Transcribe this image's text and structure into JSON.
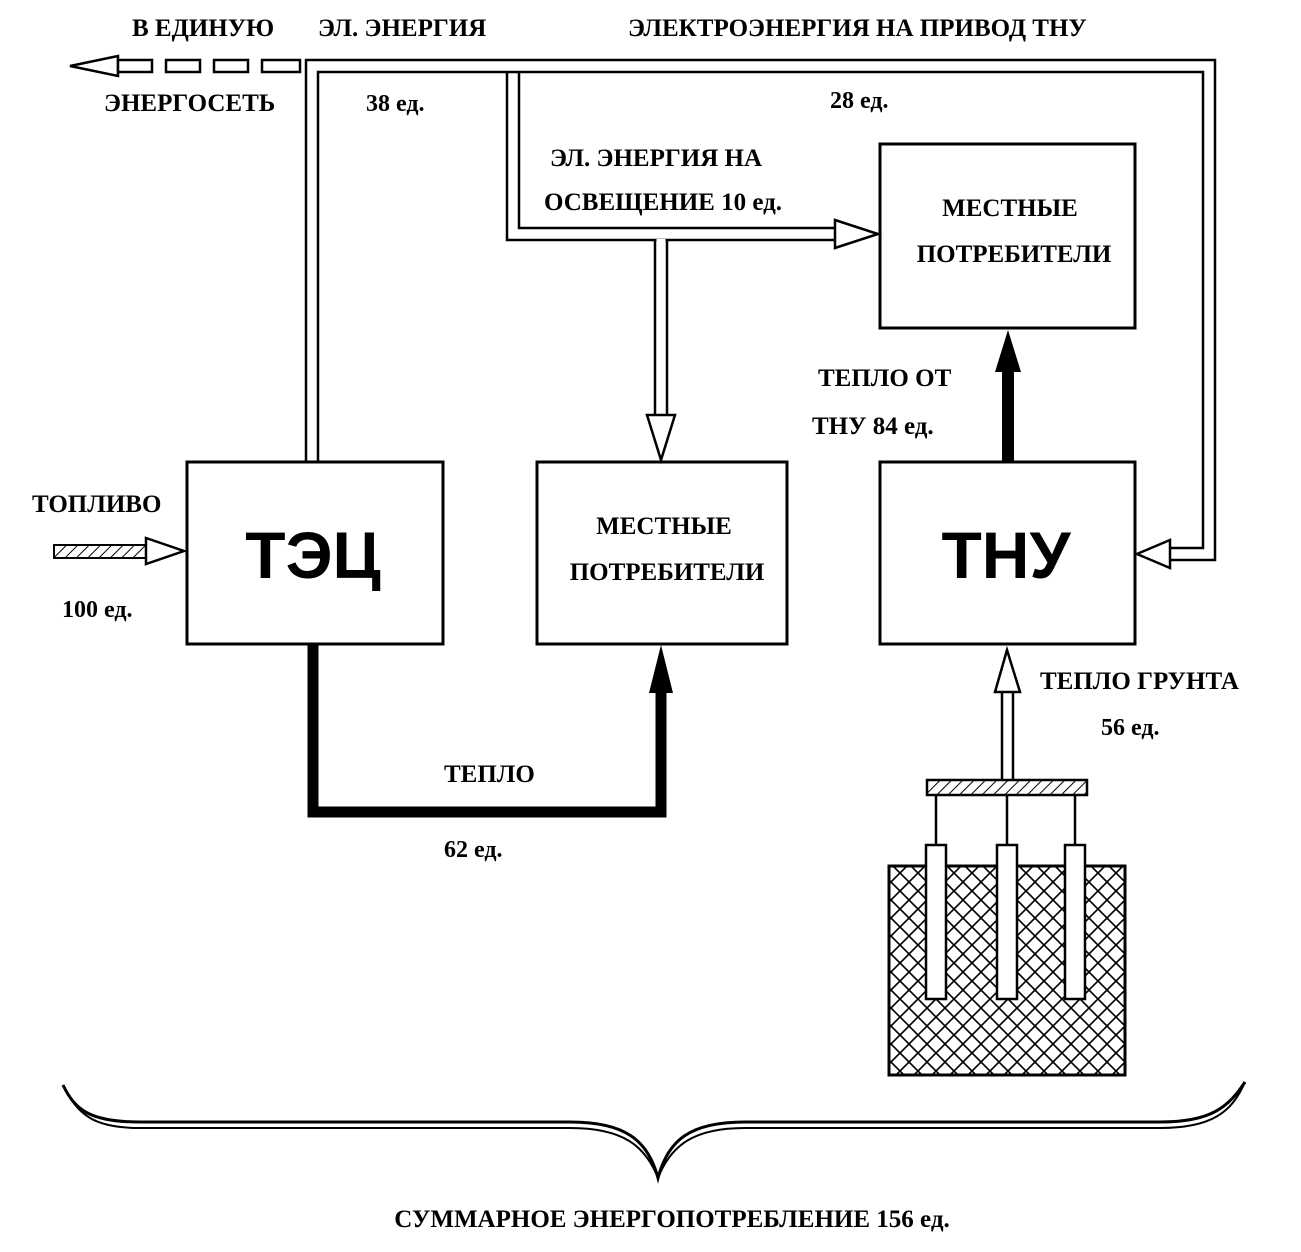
{
  "labels": {
    "to_grid_line1": "В ЕДИНУЮ",
    "el_energy": "ЭЛ. ЭНЕРГИЯ",
    "to_grid_line2": "ЭНЕРГОСЕТЬ",
    "el_energy_value": "38 ед.",
    "hp_drive": "ЭЛЕКТРОЭНЕРГИЯ НА ПРИВОД ТНУ",
    "hp_drive_value": "28 ед.",
    "lighting_line1": "ЭЛ. ЭНЕРГИЯ НА",
    "lighting_line2": "ОСВЕЩЕНИЕ 10 ед.",
    "fuel": "ТОПЛИВО",
    "fuel_value": "100 ед.",
    "heat": "ТЕПЛО",
    "heat_value": "62 ед.",
    "heat_from_hp_line1": "ТЕПЛО ОТ",
    "heat_from_hp_line2": "ТНУ 84 ед.",
    "ground_heat": "ТЕПЛО ГРУНТА",
    "ground_heat_value": "56 ед.",
    "total": "СУММАРНОЕ ЭНЕРГОПОТРЕБЛЕНИЕ 156 ед."
  },
  "boxes": {
    "chp": "ТЭЦ",
    "local_consumers_center_line1": "МЕСТНЫЕ",
    "local_consumers_center_line2": "ПОТРЕБИТЕЛИ",
    "local_consumers_right_line1": "МЕСТНЫЕ",
    "local_consumers_right_line2": "ПОТРЕБИТЕЛИ",
    "heat_pump": "ТНУ"
  }
}
